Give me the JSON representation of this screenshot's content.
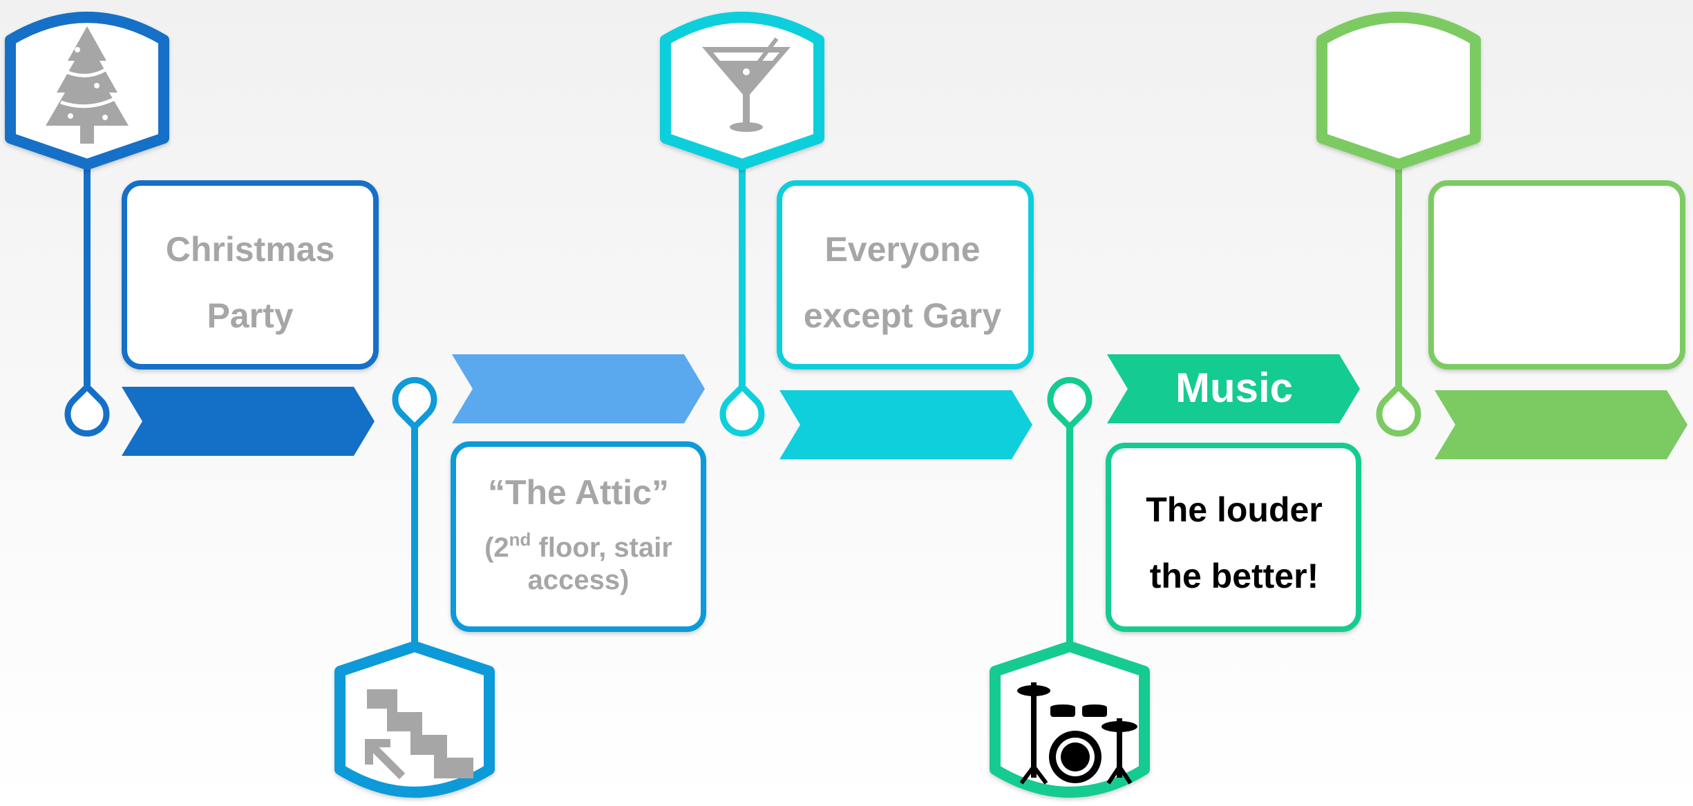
{
  "colors": {
    "blue_dark": "#1470c7",
    "blue_light": "#5aa9ef",
    "blue_mid": "#0f9ad8",
    "cyan": "#10cfdc",
    "teal": "#14cb91",
    "green": "#7ccb62",
    "icon_gray": "#a6a6a6",
    "text_gray": "#a6a6a6",
    "text_black": "#000000",
    "text_white": "#ffffff"
  },
  "steps": [
    {
      "id": "what",
      "color": "blue_dark",
      "icon": "christmas-tree-icon",
      "box_lines": [
        "Christmas",
        "Party"
      ],
      "box_color": "text_gray",
      "ribbon_label": ""
    },
    {
      "id": "where",
      "color": "blue_mid",
      "ribbon_color": "blue_light",
      "icon": "stairs-icon",
      "box_title": "“The Attic”",
      "box_sub_pre": "(2",
      "box_sub_sup": "nd",
      "box_sub_post": " floor, stair",
      "box_sub_line2": "access)",
      "box_color": "text_gray",
      "ribbon_label": ""
    },
    {
      "id": "who",
      "color": "cyan",
      "icon": "cocktail-icon",
      "box_lines": [
        "Everyone",
        "except Gary"
      ],
      "box_color": "text_gray",
      "ribbon_label": ""
    },
    {
      "id": "music",
      "color": "teal",
      "icon": "drum-kit-icon",
      "box_lines": [
        "The louder",
        "the better!"
      ],
      "box_color": "text_black",
      "ribbon_label": "Music"
    },
    {
      "id": "extra",
      "color": "green",
      "icon": "",
      "box_lines": [],
      "ribbon_label": ""
    }
  ]
}
